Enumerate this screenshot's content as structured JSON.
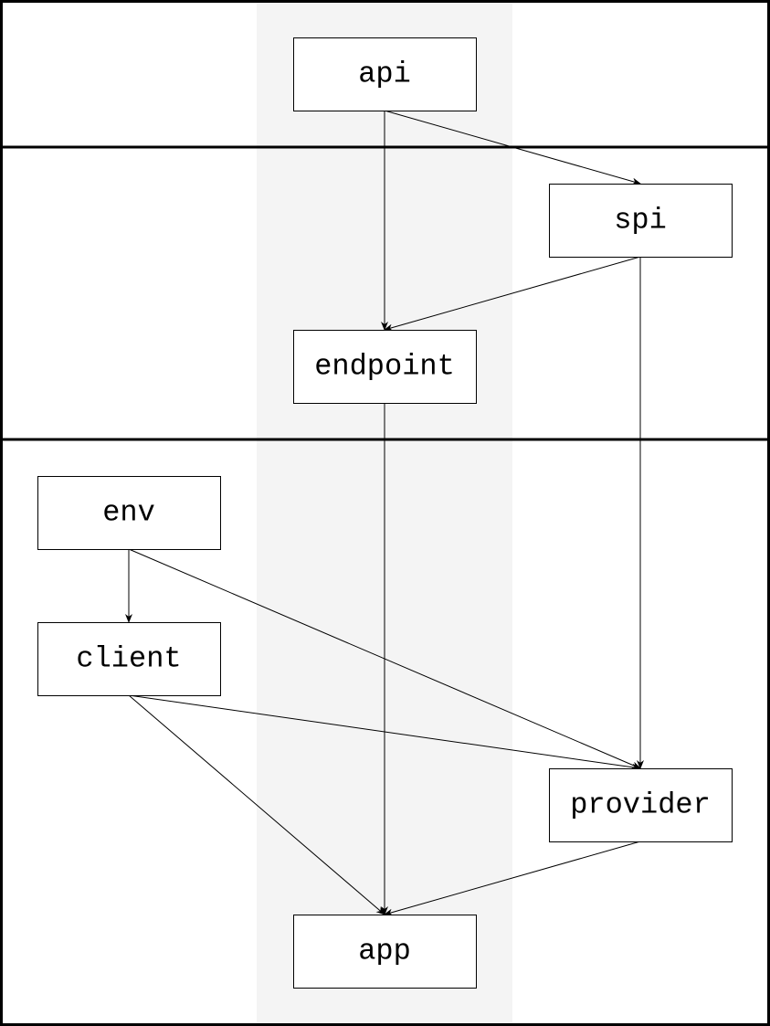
{
  "diagram": {
    "nodes": [
      {
        "id": "api",
        "label": "api"
      },
      {
        "id": "spi",
        "label": "spi"
      },
      {
        "id": "endpoint",
        "label": "endpoint"
      },
      {
        "id": "env",
        "label": "env"
      },
      {
        "id": "client",
        "label": "client"
      },
      {
        "id": "provider",
        "label": "provider"
      },
      {
        "id": "app",
        "label": "app"
      }
    ],
    "edges": [
      {
        "from": "api",
        "to": "spi"
      },
      {
        "from": "api",
        "to": "endpoint"
      },
      {
        "from": "spi",
        "to": "endpoint"
      },
      {
        "from": "spi",
        "to": "provider"
      },
      {
        "from": "endpoint",
        "to": "app"
      },
      {
        "from": "env",
        "to": "client"
      },
      {
        "from": "env",
        "to": "provider"
      },
      {
        "from": "client",
        "to": "provider"
      },
      {
        "from": "client",
        "to": "app"
      },
      {
        "from": "provider",
        "to": "app"
      }
    ],
    "colors": {
      "band": "#f4f4f4",
      "stroke": "#000000",
      "node_fill": "#ffffff"
    }
  }
}
